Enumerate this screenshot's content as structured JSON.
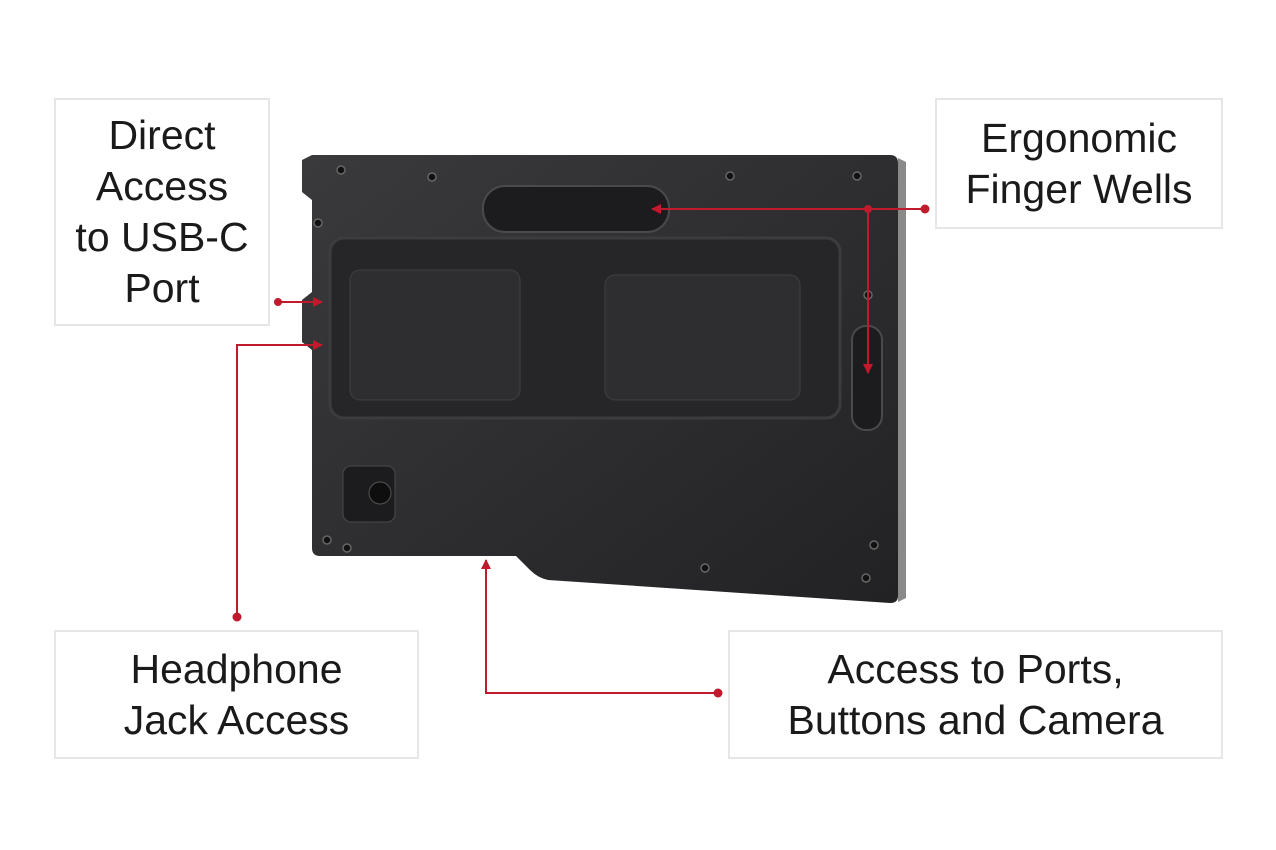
{
  "accent_color": "#c01a2c",
  "device_color": "#2b2b2d",
  "callouts": {
    "usb_c": {
      "lines": [
        "Direct",
        "Access",
        "to USB-C",
        "Port"
      ]
    },
    "finger_wells": {
      "lines": [
        "Ergonomic",
        "Finger Wells"
      ]
    },
    "headphone": {
      "lines": [
        "Headphone",
        "Jack Access"
      ]
    },
    "ports": {
      "lines": [
        "Access to Ports,",
        "Buttons and Camera"
      ]
    }
  }
}
